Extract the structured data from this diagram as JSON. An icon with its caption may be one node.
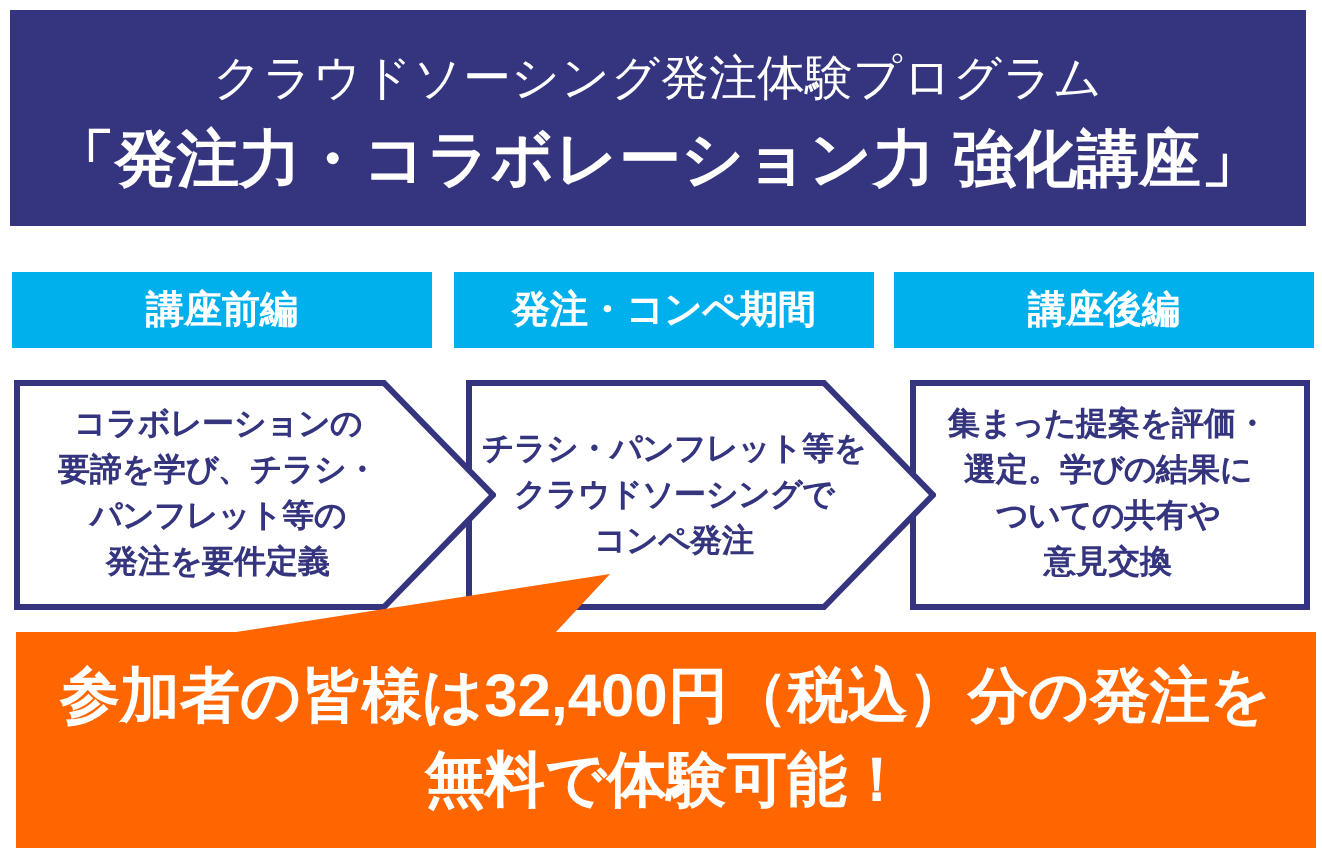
{
  "diagram": {
    "nodes": [
      {
        "text": [
          "クラウドソーシング発注体験プログラム",
          "「発注力・コラボレーション力 強化講座」"
        ]
      },
      {
        "text": [
          "講座前編"
        ]
      },
      {
        "text": [
          "発注・コンペ期間"
        ]
      },
      {
        "text": [
          "講座後編"
        ]
      },
      {
        "text": [
          "コラボレーションの要諦を学び、チラシ・パンフレット等の発注を要件定義"
        ]
      },
      {
        "text": [
          "チラシ・パンフレット等をクラウドソーシングでコンペ発注"
        ]
      },
      {
        "text": [
          "集まった提案を評価・選定。学びの結果についての共有や意見交換"
        ]
      },
      {
        "text": [
          "参加者の皆様は32,400円（税込）分の発注を無料で体験可能！"
        ]
      }
    ]
  }
}
